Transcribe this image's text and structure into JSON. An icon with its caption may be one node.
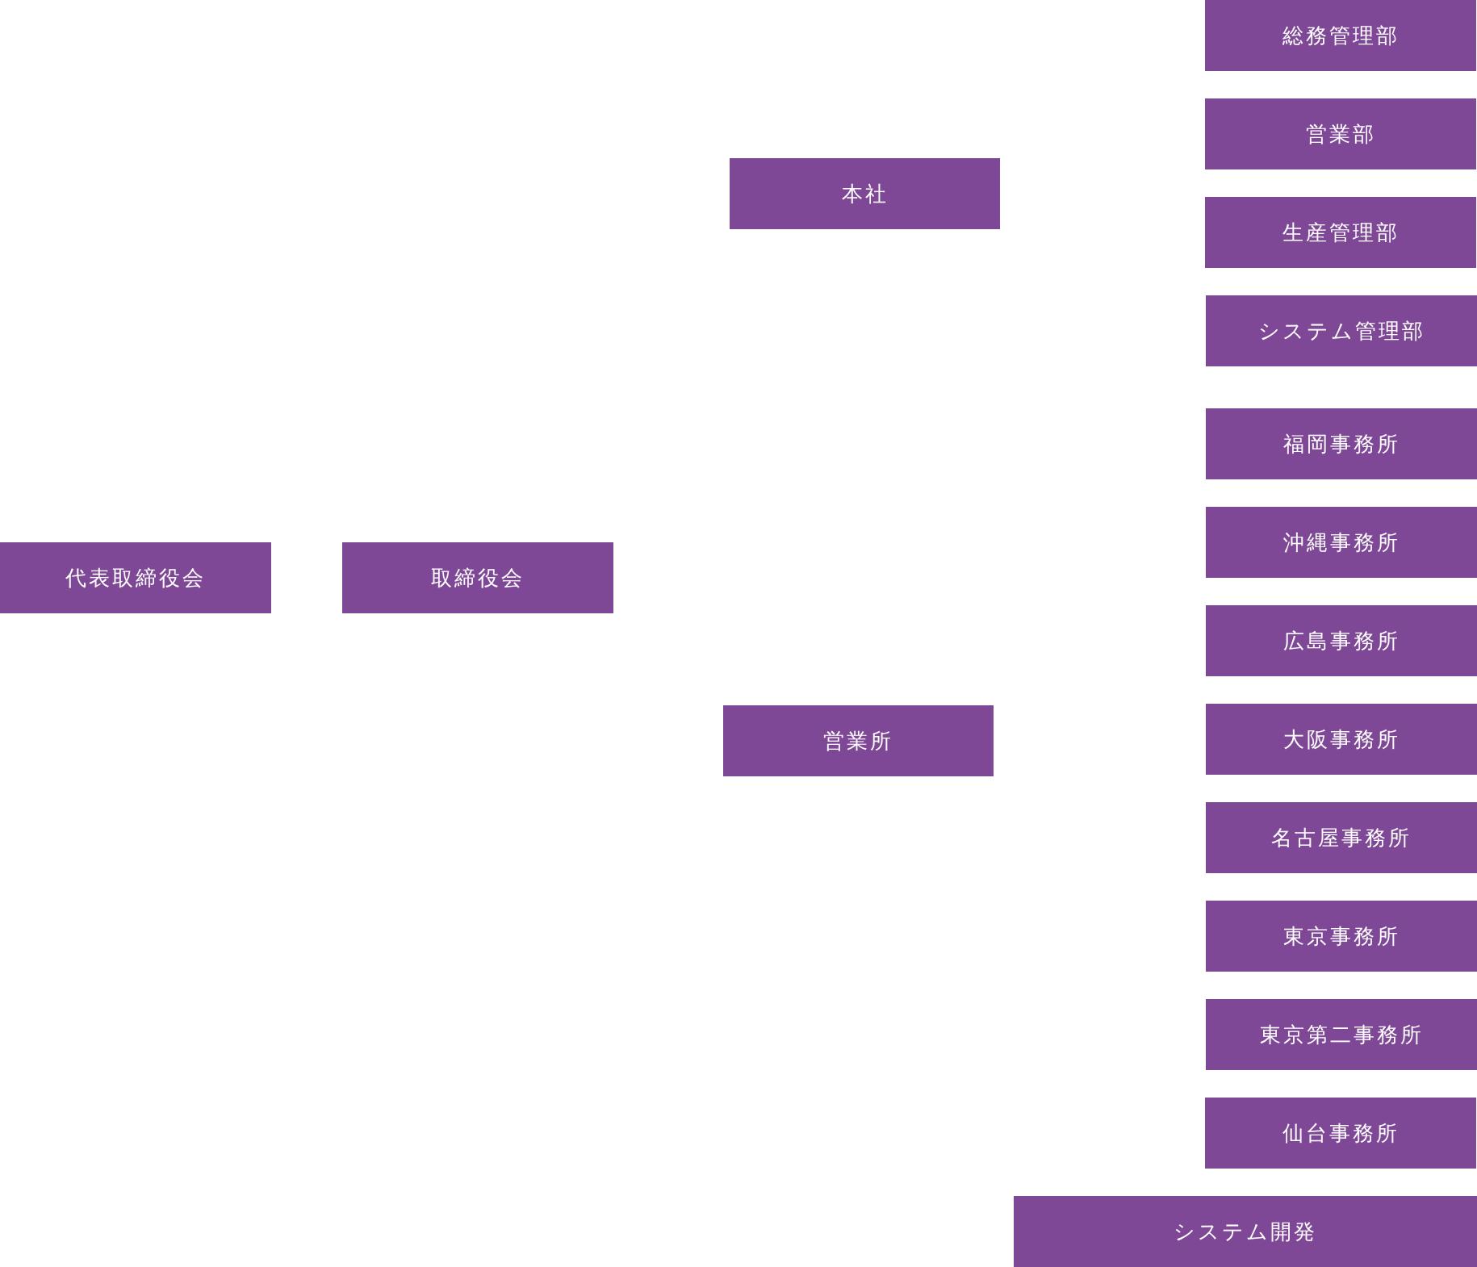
{
  "diagram": {
    "nodes": [
      {
        "text": [
          "代表取締役会"
        ]
      },
      {
        "text": [
          "取締役会"
        ]
      },
      {
        "text": [
          "本社"
        ]
      },
      {
        "text": [
          "営業所"
        ]
      },
      {
        "text": [
          "総務管理部"
        ]
      },
      {
        "text": [
          "営業部"
        ]
      },
      {
        "text": [
          "生産管理部"
        ]
      },
      {
        "text": [
          "システム管理部"
        ]
      },
      {
        "text": [
          "福岡事務所"
        ]
      },
      {
        "text": [
          "沖縄事務所"
        ]
      },
      {
        "text": [
          "広島事務所"
        ]
      },
      {
        "text": [
          "大阪事務所"
        ]
      },
      {
        "text": [
          "名古屋事務所"
        ]
      },
      {
        "text": [
          "東京事務所"
        ]
      },
      {
        "text": [
          "東京第二事務所"
        ]
      },
      {
        "text": [
          "仙台事務所"
        ]
      },
      {
        "text": [
          "システム開発"
        ]
      }
    ]
  }
}
